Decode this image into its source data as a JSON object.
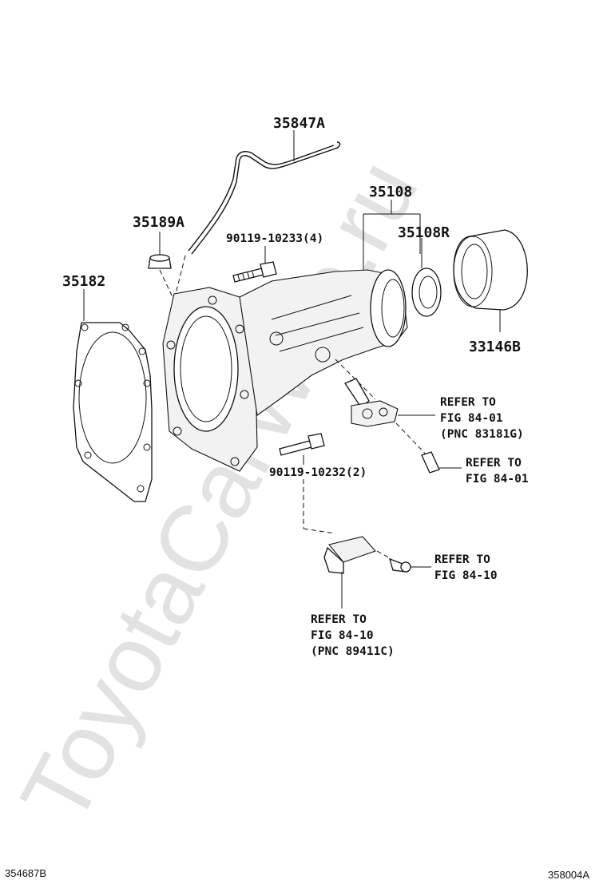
{
  "watermark": "ToyotaCarWire.ru",
  "labels": {
    "p35847A": "35847A",
    "p35108": "35108",
    "p35189A": "35189A",
    "p90119_10233": "90119-10233(4)",
    "p35108R": "35108R",
    "p35182": "35182",
    "p33146B": "33146B",
    "p90119_10232": "90119-10232(2)"
  },
  "references": {
    "speed_sensor_fig": [
      "REFER TO",
      "FIG 84-01",
      "(PNC 83181G)"
    ],
    "speed_sensor_bolt": [
      "REFER TO",
      "FIG 84-01"
    ],
    "sensor2_bolt": [
      "REFER TO",
      "FIG 84-10"
    ],
    "sensor2_fig": [
      "REFER TO",
      "FIG 84-10",
      "(PNC 89411C)"
    ]
  },
  "footer": {
    "left_code": "354687B",
    "right_code": "358004A"
  }
}
